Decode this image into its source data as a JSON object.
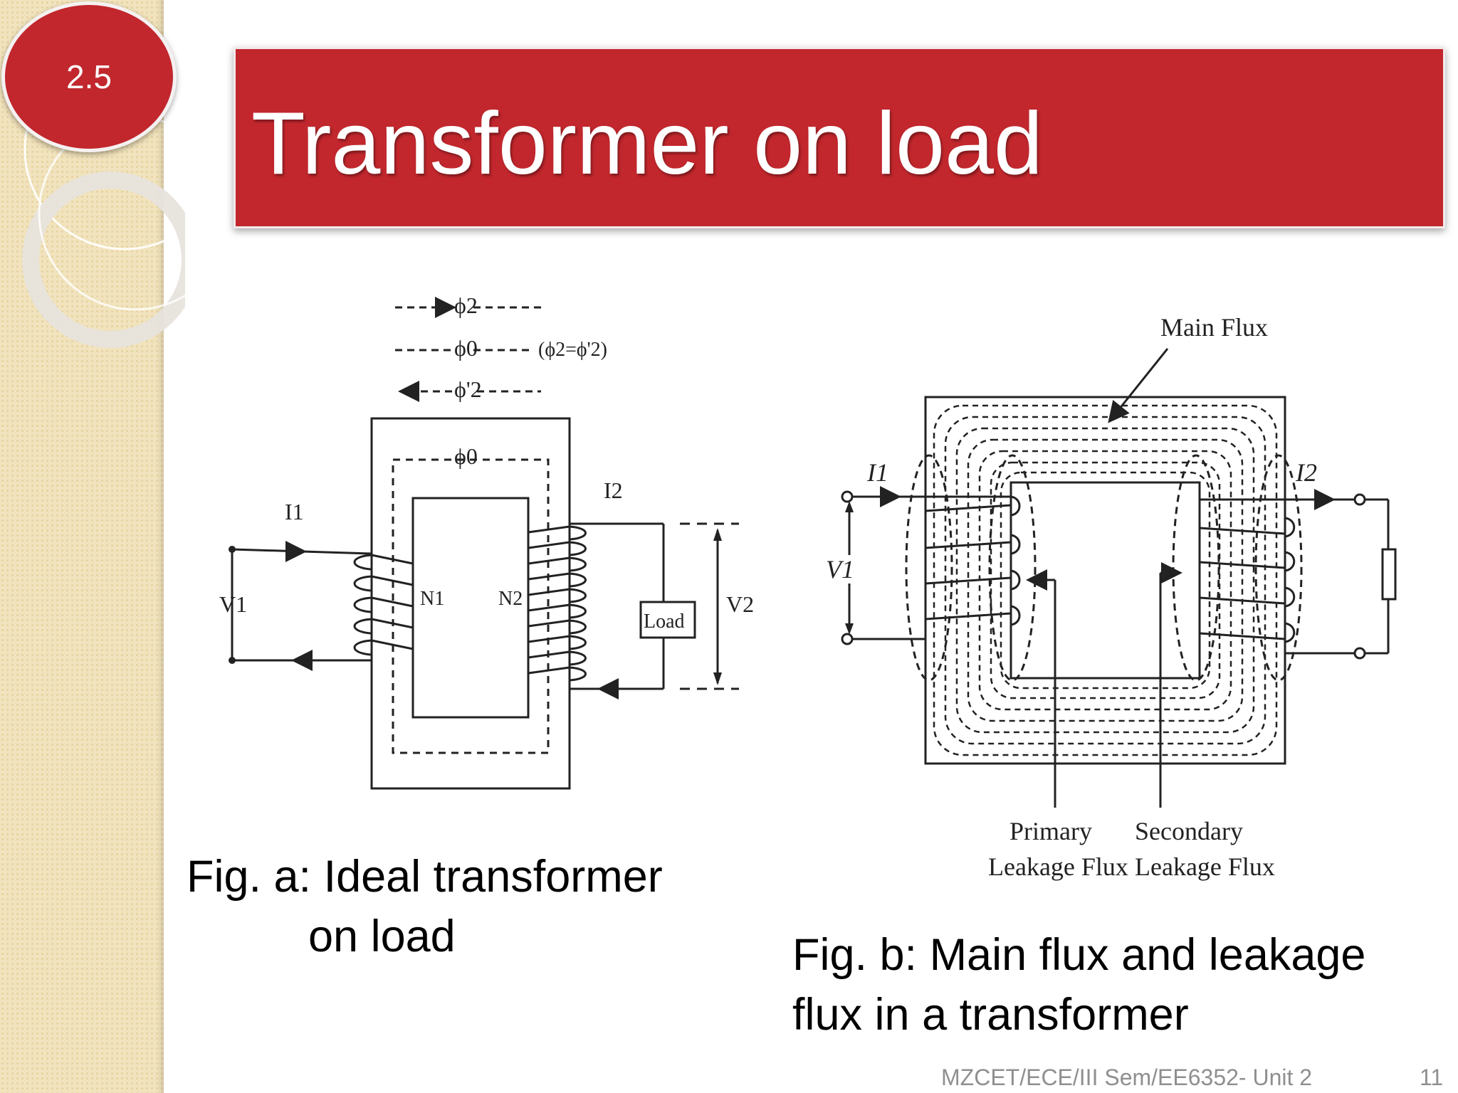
{
  "slide": {
    "section_number": "2.5",
    "title": "Transformer on load",
    "footer": "MZCET/ECE/III Sem/EE6352- Unit 2",
    "page_number": "11"
  },
  "figure_a": {
    "caption_line1": "Fig. a: Ideal transformer",
    "caption_line2": "on  load",
    "legend": {
      "phi2": "ϕ2",
      "phi0": "ϕ0",
      "phi0_relation": "(ϕ2=ϕ'2)",
      "phi2_prime": "ϕ'2"
    },
    "core_flux_label": "ϕ0",
    "i1": "I1",
    "i2": "I2",
    "v1": "V1",
    "v2": "V2",
    "n1": "N1",
    "n2": "N2",
    "load": "Load"
  },
  "figure_b": {
    "caption_line1": "Fig. b: Main flux and leakage",
    "caption_line2": "flux in a transformer",
    "main_flux": "Main Flux",
    "i1": "I1",
    "i2": "I2",
    "v1": "V1",
    "primary_leakage_line1": "Primary",
    "primary_leakage_line2": "Leakage Flux",
    "secondary_leakage_line1": "Secondary",
    "secondary_leakage_line2": "Leakage Flux"
  },
  "colors": {
    "accent_red": "#c1272d",
    "side_strip": "#f1e3bd",
    "footer_text": "#8f8f8f"
  }
}
